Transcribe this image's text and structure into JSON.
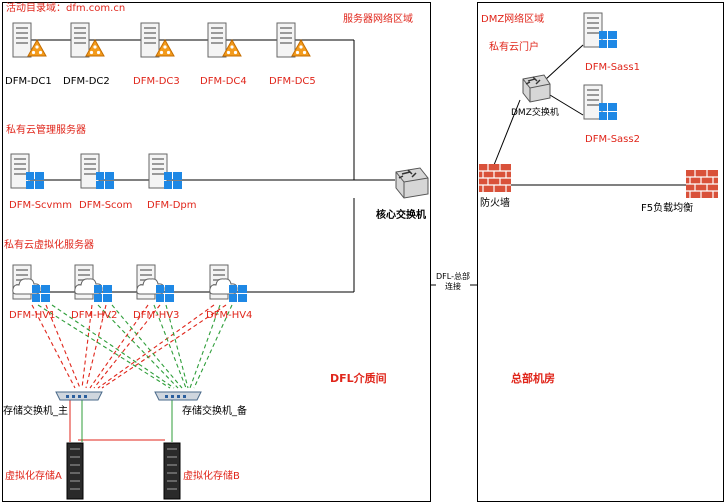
{
  "zones": {
    "left_label": "DFL介质间",
    "right_label": "总部机房",
    "link_label": "DFL-总部连接"
  },
  "sections": {
    "domain": "活动目录域：dfm.com.cn",
    "server_net": "服务器网络区域",
    "private_mgmt": "私有云管理服务器",
    "private_virt": "私有云虚拟化服务器",
    "dmz_net": "DMZ网络区域",
    "private_portal": "私有云门户"
  },
  "dc_servers": [
    {
      "label": "DFM-DC1",
      "color": "#000000"
    },
    {
      "label": "DFM-DC2",
      "color": "#000000"
    },
    {
      "label": "DFM-DC3",
      "color": "#e0261b"
    },
    {
      "label": "DFM-DC4",
      "color": "#e0261b"
    },
    {
      "label": "DFM-DC5",
      "color": "#e0261b"
    }
  ],
  "mgmt_servers": [
    {
      "label": "DFM-Scvmm"
    },
    {
      "label": "DFM-Scom"
    },
    {
      "label": "DFM-Dpm"
    }
  ],
  "hv_servers": [
    {
      "label": "DFM-HV1"
    },
    {
      "label": "DFM-HV2"
    },
    {
      "label": "DFM-HV3"
    },
    {
      "label": "DFM-HV4"
    }
  ],
  "core_switch": "核心交换机",
  "storage_switch_main": "存储交换机_主",
  "storage_switch_backup": "存储交换机_备",
  "storage_a": "虚拟化存储A",
  "storage_b": "虚拟化存储B",
  "dmz_switch": "DMZ交换机",
  "sass_servers": [
    {
      "label": "DFM-Sass1"
    },
    {
      "label": "DFM-Sass2"
    }
  ],
  "firewall": "防火墙",
  "load_balancer": "F5负载均衡",
  "colors": {
    "red_text": "#e0261b",
    "red_link": "#e0261b",
    "green_link": "#2f9e3a",
    "win_blue": "#1e88e5",
    "brick": "#d9513a",
    "alert_orange": "#f39b1c"
  }
}
